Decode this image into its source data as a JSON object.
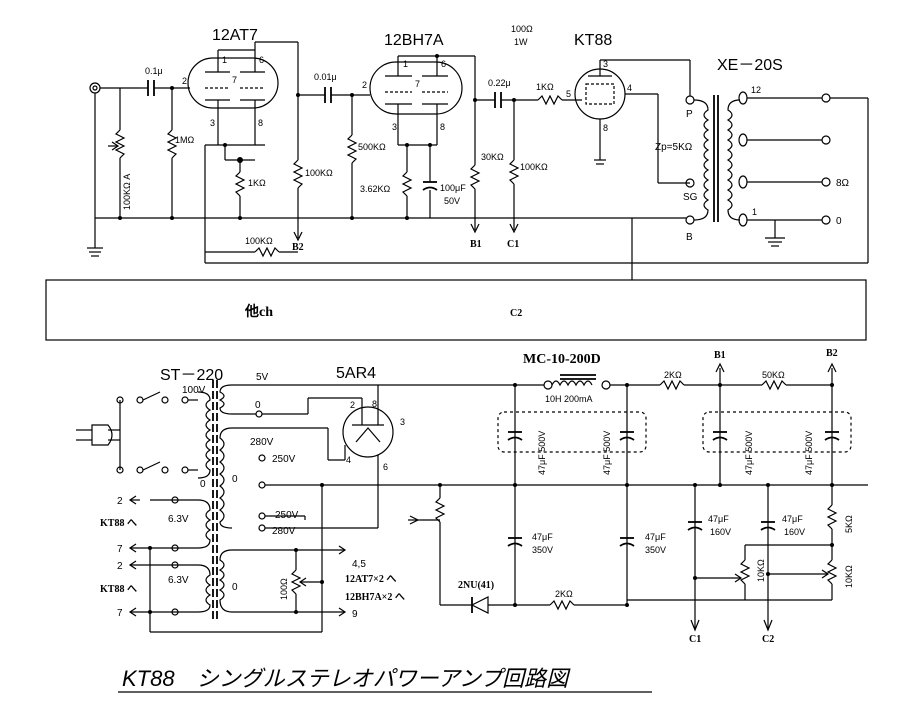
{
  "tubes": {
    "v1": "12AT7",
    "v2": "12BH7A",
    "v3": "KT88",
    "rect": "5AR4",
    "v1_pins": [
      "1",
      "6",
      "7",
      "2",
      "3",
      "8"
    ],
    "v2_pins": [
      "1",
      "6",
      "7",
      "2",
      "3",
      "8"
    ],
    "v3_pins": [
      "3",
      "5",
      "4",
      "8"
    ],
    "rect_pins": [
      "2",
      "8",
      "3",
      "4",
      "6"
    ]
  },
  "output_transformer": {
    "name": "XE－20S",
    "zp": "Zp=5KΩ",
    "p": "P",
    "sg": "SG",
    "b": "B",
    "tap_12": "12",
    "tap_8": "8Ω",
    "tap_1": "1",
    "tap_0": "0"
  },
  "parts": {
    "c_in": "0.1μ",
    "c_mid": "0.01μ",
    "c_out": "0.22μ",
    "vr_in": "100KΩ A",
    "r_1m": "1MΩ",
    "r_1k": "1KΩ",
    "r_100k_a": "100KΩ",
    "r_fb": "100KΩ",
    "r_500k": "500KΩ",
    "r_362k": "3.62KΩ",
    "c_100u": "100μF",
    "c_100u_v": "50V",
    "r_100_1w_a": "100Ω",
    "r_100_1w_b": "1W",
    "r_1k_grid": "1KΩ",
    "r_30k": "30KΩ",
    "r_100k_g": "100KΩ",
    "b1": "B1",
    "b2": "B2",
    "c1": "C1",
    "c2": "C2"
  },
  "other_channel": {
    "label": "他ch",
    "c2": "C2"
  },
  "power": {
    "pt_name": "ST－220",
    "choke_name": "MC-10-200D",
    "choke_spec": "10H 200mA",
    "t100v": "100V",
    "t5v": "5V",
    "t0a": "0",
    "t280v_a": "280V",
    "t250v_a": "250V",
    "t0b": "0",
    "t0c": "0",
    "t250v_b": "250V",
    "t280v_b": "280V",
    "h1_2": "2",
    "h1_63": "6.3V",
    "h1_7": "7",
    "h1_kt": "KT88 へ",
    "h2_2": "2",
    "h2_63": "6.3V",
    "h2_7": "7",
    "h2_kt": "KT88 へ",
    "h3_0": "0",
    "h3_100": "100Ω",
    "h3_45": "4,5",
    "h3_9": "9",
    "h3_at7": "12AT7×2 へ",
    "h3_bh7": "12BH7A×2 へ",
    "r_2k_a": "2KΩ",
    "r_50k": "50KΩ",
    "r_2k_b": "2KΩ",
    "c47_500_1": "47μF 500V",
    "c47_500_2": "47μF 500V",
    "c47_500_3": "47μF 500V",
    "c47_500_4": "47μF 500V",
    "c47_350_1a": "47μF",
    "c47_350_1b": "350V",
    "c47_350_2a": "47μF",
    "c47_350_2b": "350V",
    "c47_160_1a": "47μF",
    "c47_160_1b": "160V",
    "c47_160_2a": "47μF",
    "c47_160_2b": "160V",
    "r_5k": "5KΩ",
    "vr_10k_a": "10KΩ",
    "vr_10k_b": "10KΩ",
    "diode": "2NU(41)",
    "b1": "B1",
    "b2": "B2",
    "c1": "C1",
    "c2": "C2"
  },
  "title": "KT88　シングルステレオパワーアンプ回路図"
}
